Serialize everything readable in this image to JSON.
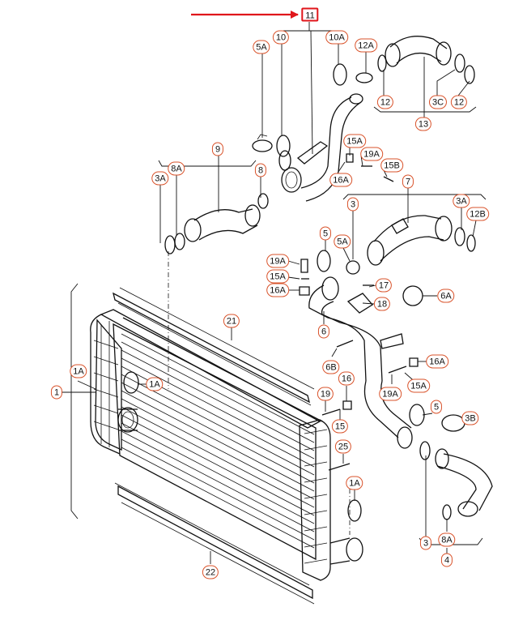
{
  "colors": {
    "callout_border": "#d9532b",
    "pointer_arrow": "#e0161b",
    "line": "#111111"
  },
  "pointer_arrow": {
    "target": "11"
  },
  "callouts": [
    {
      "id": "c11",
      "label": "11",
      "highlight": true
    },
    {
      "id": "c5A-top",
      "label": "5A"
    },
    {
      "id": "c10",
      "label": "10"
    },
    {
      "id": "c10A",
      "label": "10A"
    },
    {
      "id": "c12A",
      "label": "12A"
    },
    {
      "id": "c12-left",
      "label": "12"
    },
    {
      "id": "c3C",
      "label": "3C"
    },
    {
      "id": "c12-right",
      "label": "12"
    },
    {
      "id": "c13",
      "label": "13"
    },
    {
      "id": "c9",
      "label": "9"
    },
    {
      "id": "c8A-top",
      "label": "8A"
    },
    {
      "id": "c3A-left",
      "label": "3A"
    },
    {
      "id": "c8",
      "label": "8"
    },
    {
      "id": "c15A-top",
      "label": "15A"
    },
    {
      "id": "c19A-top",
      "label": "19A"
    },
    {
      "id": "c15B",
      "label": "15B"
    },
    {
      "id": "c16A-top",
      "label": "16A"
    },
    {
      "id": "c7",
      "label": "7"
    },
    {
      "id": "c3-mid",
      "label": "3"
    },
    {
      "id": "c3A-right",
      "label": "3A"
    },
    {
      "id": "c12B",
      "label": "12B"
    },
    {
      "id": "c5",
      "label": "5"
    },
    {
      "id": "c5A-mid",
      "label": "5A"
    },
    {
      "id": "c19A-mid",
      "label": "19A"
    },
    {
      "id": "c15A-mid",
      "label": "15A"
    },
    {
      "id": "c16A-mid",
      "label": "16A"
    },
    {
      "id": "c17",
      "label": "17"
    },
    {
      "id": "c6A",
      "label": "6A"
    },
    {
      "id": "c18",
      "label": "18"
    },
    {
      "id": "c21",
      "label": "21"
    },
    {
      "id": "c6",
      "label": "6"
    },
    {
      "id": "c1A-left",
      "label": "1A"
    },
    {
      "id": "c1A-inner",
      "label": "1A"
    },
    {
      "id": "c1",
      "label": "1"
    },
    {
      "id": "c16A-right",
      "label": "16A"
    },
    {
      "id": "c6B",
      "label": "6B"
    },
    {
      "id": "c16",
      "label": "16"
    },
    {
      "id": "c15A-right",
      "label": "15A"
    },
    {
      "id": "c19",
      "label": "19"
    },
    {
      "id": "c19A-right",
      "label": "19A"
    },
    {
      "id": "c5-low",
      "label": "5"
    },
    {
      "id": "c3B",
      "label": "3B"
    },
    {
      "id": "c15",
      "label": "15"
    },
    {
      "id": "c25",
      "label": "25"
    },
    {
      "id": "c1A-low",
      "label": "1A"
    },
    {
      "id": "c3-low",
      "label": "3"
    },
    {
      "id": "c8A-low",
      "label": "8A"
    },
    {
      "id": "c4",
      "label": "4"
    },
    {
      "id": "c22",
      "label": "22"
    }
  ]
}
